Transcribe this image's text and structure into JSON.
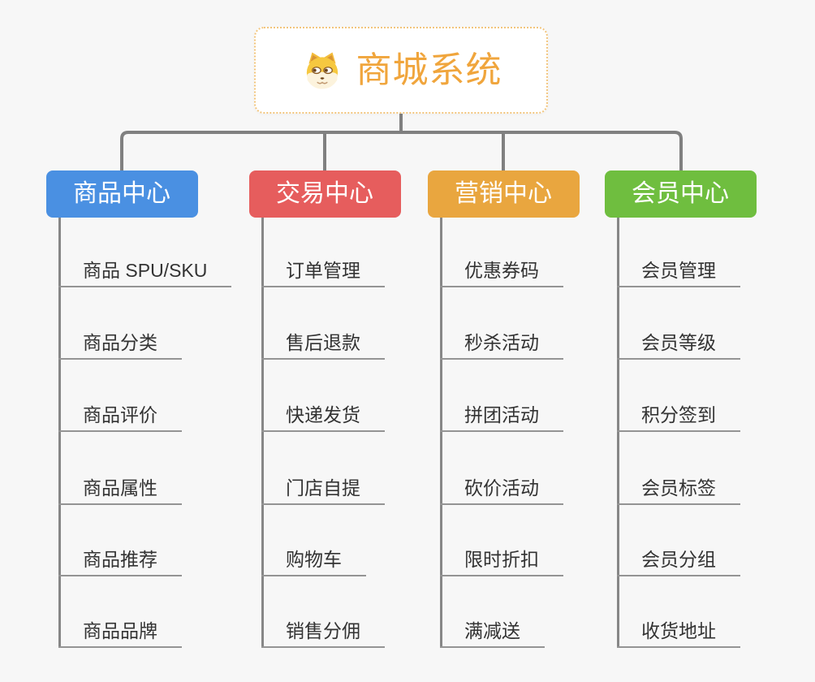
{
  "root": {
    "label": "商城系统",
    "icon": "shiba-dog-icon",
    "text_color": "#f0a53c",
    "border_color": "#f2c57d"
  },
  "connector_color": "#808080",
  "branches": [
    {
      "label": "商品中心",
      "color": "#4a90e2",
      "children": [
        "商品 SPU/SKU",
        "商品分类",
        "商品评价",
        "商品属性",
        "商品推荐",
        "商品品牌"
      ]
    },
    {
      "label": "交易中心",
      "color": "#e65d5d",
      "children": [
        "订单管理",
        "售后退款",
        "快递发货",
        "门店自提",
        "购物车",
        "销售分佣"
      ]
    },
    {
      "label": "营销中心",
      "color": "#e9a63f",
      "children": [
        "优惠券码",
        "秒杀活动",
        "拼团活动",
        "砍价活动",
        "限时折扣",
        "满减送"
      ]
    },
    {
      "label": "会员中心",
      "color": "#6fbe3f",
      "children": [
        "会员管理",
        "会员等级",
        "积分签到",
        "会员标签",
        "会员分组",
        "收货地址"
      ]
    }
  ]
}
